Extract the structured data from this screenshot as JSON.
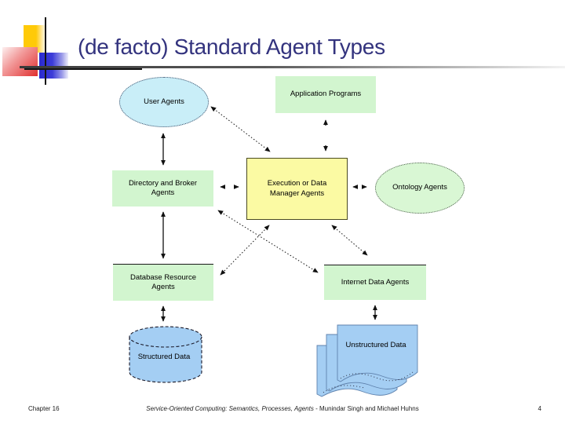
{
  "slide": {
    "title": "(de facto) Standard Agent Types",
    "footer": {
      "chapter": "Chapter 16",
      "book_italic": "Service-Oriented Computing: Semantics, Processes, Agents",
      "authors": " - Munindar Singh and Michael Huhns",
      "page_number": "4"
    },
    "colors": {
      "title_text": "#33337e",
      "node_green": "#d2f5cf",
      "node_yellow": "#fbfaa3",
      "node_cyan": "#c9eef8",
      "node_blue": "#a4cef3",
      "arrow": "#111111",
      "ornament_yellow": "#ffca08",
      "ornament_red": "#e03030",
      "ornament_blue": "#2a2ad0"
    }
  },
  "diagram": {
    "nodes": [
      {
        "id": "user-agents",
        "label": "User Agents",
        "shape": "ellipse",
        "fill": "#c9eef8"
      },
      {
        "id": "application-programs",
        "label": "Application Programs",
        "shape": "rect",
        "fill": "#d2f5cf"
      },
      {
        "id": "directory-broker-agents",
        "label": "Directory and Broker Agents",
        "shape": "rect",
        "fill": "#d2f5cf"
      },
      {
        "id": "execution-data-manager-agents",
        "label": "Execution or Data Manager Agents",
        "shape": "rect",
        "fill": "#fbfaa3"
      },
      {
        "id": "ontology-agents",
        "label": "Ontology Agents",
        "shape": "ellipse",
        "fill": "#d9f7d4"
      },
      {
        "id": "database-resource-agents",
        "label": "Database Resource Agents",
        "shape": "rect",
        "fill": "#d2f5cf"
      },
      {
        "id": "internet-data-agents",
        "label": "Internet Data Agents",
        "shape": "rect",
        "fill": "#d2f5cf"
      },
      {
        "id": "structured-data",
        "label": "Structured Data",
        "shape": "cylinder",
        "fill": "#a4cef3"
      },
      {
        "id": "unstructured-data",
        "label": "Unstructured Data",
        "shape": "document-stack",
        "fill": "#a4cef3"
      }
    ],
    "edges": [
      {
        "from": "user-agents",
        "to": "directory-broker-agents",
        "style": "solid",
        "bidirectional": true
      },
      {
        "from": "user-agents",
        "to": "execution-data-manager-agents",
        "style": "dotted",
        "bidirectional": true
      },
      {
        "from": "application-programs",
        "to": "execution-data-manager-agents",
        "style": "arrowheads-only",
        "bidirectional": true
      },
      {
        "from": "directory-broker-agents",
        "to": "execution-data-manager-agents",
        "style": "arrowheads-only",
        "bidirectional": true
      },
      {
        "from": "execution-data-manager-agents",
        "to": "ontology-agents",
        "style": "arrowheads-only",
        "bidirectional": true
      },
      {
        "from": "directory-broker-agents",
        "to": "database-resource-agents",
        "style": "solid",
        "bidirectional": true
      },
      {
        "from": "directory-broker-agents",
        "to": "internet-data-agents",
        "style": "dotted",
        "bidirectional": true
      },
      {
        "from": "execution-data-manager-agents",
        "to": "database-resource-agents",
        "style": "dotted",
        "bidirectional": true
      },
      {
        "from": "execution-data-manager-agents",
        "to": "internet-data-agents",
        "style": "dotted",
        "bidirectional": true
      },
      {
        "from": "database-resource-agents",
        "to": "structured-data",
        "style": "solid",
        "bidirectional": true
      },
      {
        "from": "internet-data-agents",
        "to": "unstructured-data",
        "style": "solid",
        "bidirectional": true
      }
    ]
  }
}
